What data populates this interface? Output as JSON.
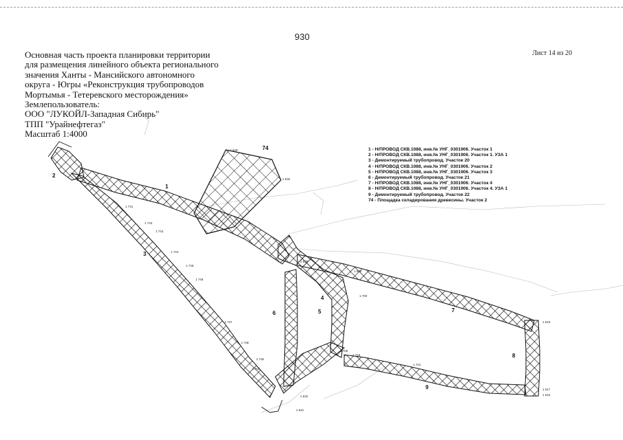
{
  "header": {
    "page_number": "930",
    "sheet": "Лист 14 из 20"
  },
  "title_block": {
    "lines": [
      "Основная часть проекта планировки территории",
      "для размещения линейного объекта регионального",
      "значения Ханты - Мансийского автономного",
      "округа - Югры «Реконструкция трубопроводов",
      "Мортымья - Тетеревского месторождения»",
      "Землепользователь:",
      "ООО \"ЛУКОЙЛ-Западная Сибирь\"",
      "ТПП \"Урайнефтегаз\"",
      "Масштаб 1:4000"
    ]
  },
  "legend": [
    "1 - Н/ПРОВОД СКВ.1088, инв.№ УНГ_0301906. Участок 1",
    "2 - Н/ПРОВОД СКВ.1088, инв.№ УНГ_0301906. Участок 1. УЗА 1",
    "3 - Демонтируемый трубопровод. Участок 20",
    "4 - Н/ПРОВОД СКВ.1088, инв.№ УНГ_0301906. Участок 2",
    "5 - Н/ПРОВОД СКВ.1088, инв.№ УНГ_0301906. Участок 3",
    "6 - Демонтируемый трубопровод. Участок 21",
    "7 - Н/ПРОВОД СКВ.1088, инв.№ УНГ_0301906. Участок 4",
    "8 - Н/ПРОВОД СКВ.1088, инв.№ УНГ_0301906. Участок 4. УЗА 1",
    "9 - Демонтируемый трубопровод. Участок 22",
    "74 - Площадка складирования древесины. Участок 2"
  ],
  "map": {
    "zone_labels": [
      "1",
      "2",
      "3",
      "4",
      "5",
      "6",
      "7",
      "8",
      "9",
      "74"
    ],
    "point_labels": [
      "1 649",
      "1 645",
      "1 741",
      "1 742",
      "1 743",
      "1 744",
      "1 745",
      "1 746",
      "1 747",
      "1 748",
      "1 749",
      "1 750",
      "1 639",
      "1 699",
      "1 700",
      "1 706",
      "1 718",
      "1 721",
      "1 619",
      "1 617",
      "1 616",
      "1 632",
      "1 631"
    ]
  }
}
